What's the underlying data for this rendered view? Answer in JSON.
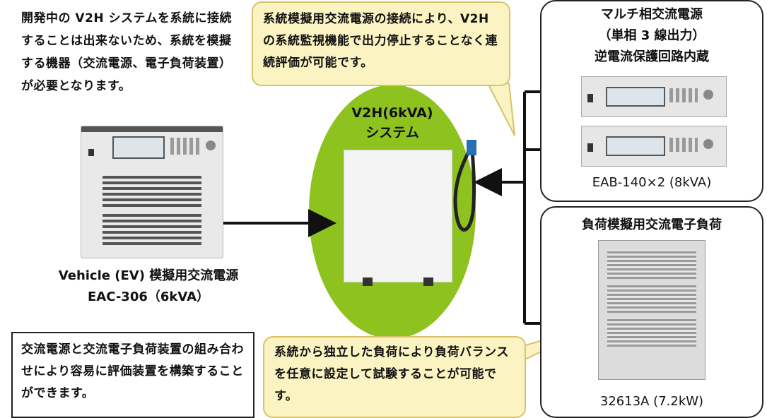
{
  "intro_text": "開発中の V2H システムを系統に接続することは出来ないため、系統を模擬する機器（交流電源、電子負荷装置）が必要となります。",
  "callout_top": "系統模擬用交流電源の接続により、V2H の系統監視機能で出力停止することなく連続評価が可能です。",
  "callout_bottom": "系統から独立した負荷により負荷バランスを任意に設定して試験することが可能です。",
  "note_box": "交流電源と交流電子負荷装置の組み合わせにより容易に評価装置を構築することができます。",
  "v2h": {
    "line1": "V2H(6kVA)",
    "line2": "システム"
  },
  "ev_source": {
    "line1": "Vehicle (EV) 模擬用交流電源",
    "line2": "EAC-306（6kVA）"
  },
  "grid_panel": {
    "title_line1": "マルチ相交流電源",
    "title_line2": "（単相 3 線出力）",
    "title_line3": "逆電流保護回路内蔵",
    "model": "EAB-140×2 (8kVA)"
  },
  "load_panel": {
    "title": "負荷模擬用交流電子負荷",
    "model": "32613A (7.2kW)"
  },
  "colors": {
    "ellipse": "#8dc21f",
    "callout_bg": "#fbf3c2",
    "callout_border": "#d8c36a"
  }
}
